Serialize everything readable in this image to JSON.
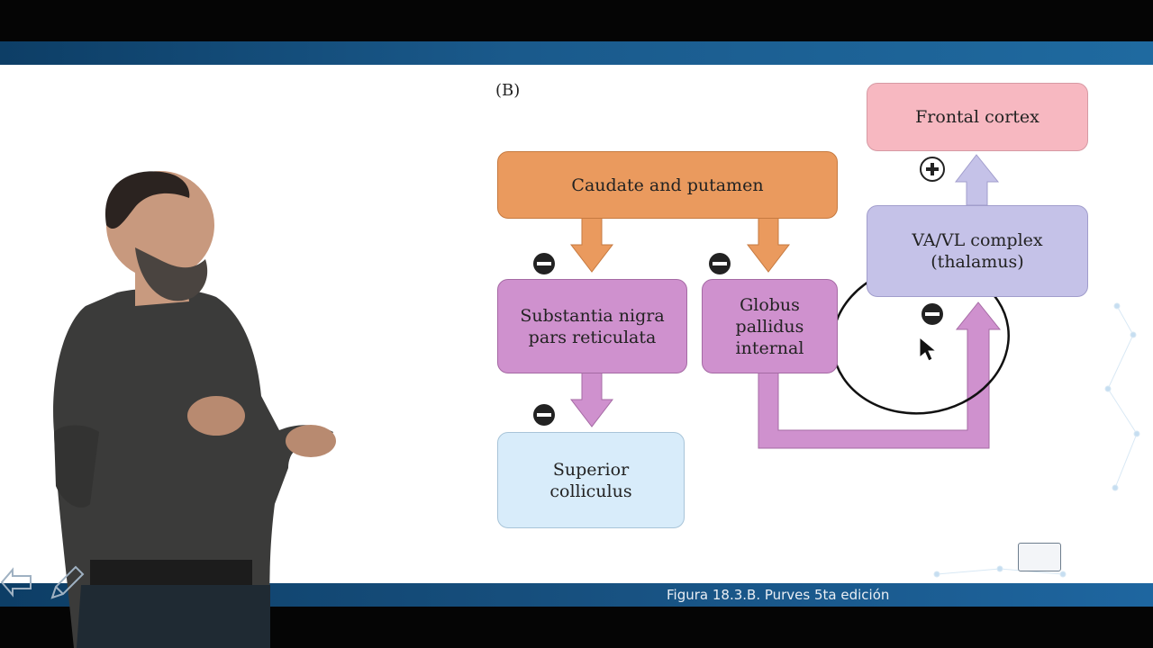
{
  "panel_label": "(B)",
  "boxes": {
    "caudate": "Caudate and putamen",
    "snpr": "Substantia nigra\npars reticulata",
    "gpi": "Globus\npallidus\ninternal",
    "superior_colliculus": "Superior\ncolliculus",
    "thalamus": "VA/VL complex\n(thalamus)",
    "frontal_cortex": "Frontal cortex"
  },
  "signs": {
    "minus": "−",
    "plus": "+"
  },
  "caption": "Figura 18.3.B. Purves 5ta edición",
  "colors": {
    "orange": "#ea9a5e",
    "purple": "#cf91ce",
    "lavender": "#c5c2e8",
    "pink": "#f7b8c1",
    "light_blue": "#d8ecfa",
    "band_blue": "#1a5a8c"
  },
  "icons": [
    "back-arrow-icon",
    "pencil-icon",
    "cursor-icon"
  ]
}
